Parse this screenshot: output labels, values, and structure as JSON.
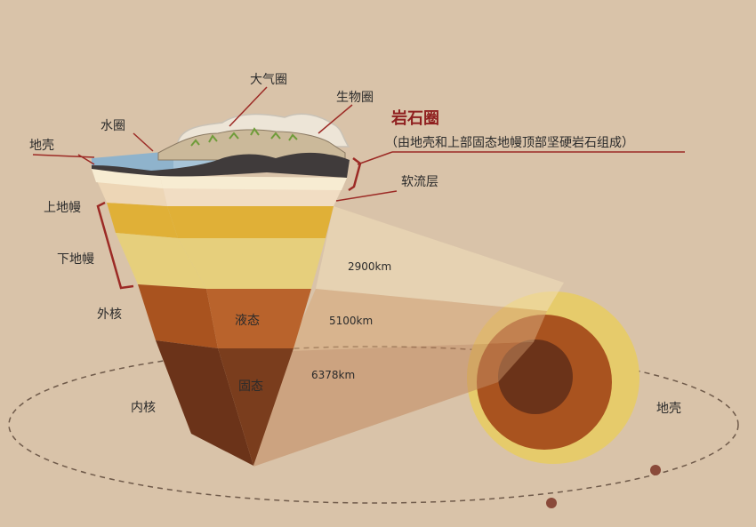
{
  "colors": {
    "background": "#d9c3a9",
    "accent_red": "#9c2a25",
    "water": "#8fb3cc",
    "crust": "#403b3b",
    "upper_mantle": "#e2b23a",
    "lower_mantle": "#e6cf7c",
    "outer_core": "#a9531f",
    "inner_core": "#6b3319",
    "label_text": "#2b2b2b"
  },
  "labels": {
    "atmosphere": "大气圈",
    "biosphere": "生物圈",
    "hydrosphere": "水圈",
    "crust_left": "地壳",
    "upper_mantle": "上地幔",
    "lower_mantle": "下地幔",
    "outer_core": "外核",
    "inner_core": "内核",
    "asthenosphere": "软流层",
    "liquid": "液态",
    "solid": "固态",
    "crust_right": "地壳"
  },
  "lithosphere": {
    "title": "岩石圈",
    "description": "（由地壳和上部固态地幔顶部坚硬岩石组成）"
  },
  "depths": {
    "mantle_bottom": "2900km",
    "outer_core_bottom": "5100km",
    "center": "6378km"
  }
}
